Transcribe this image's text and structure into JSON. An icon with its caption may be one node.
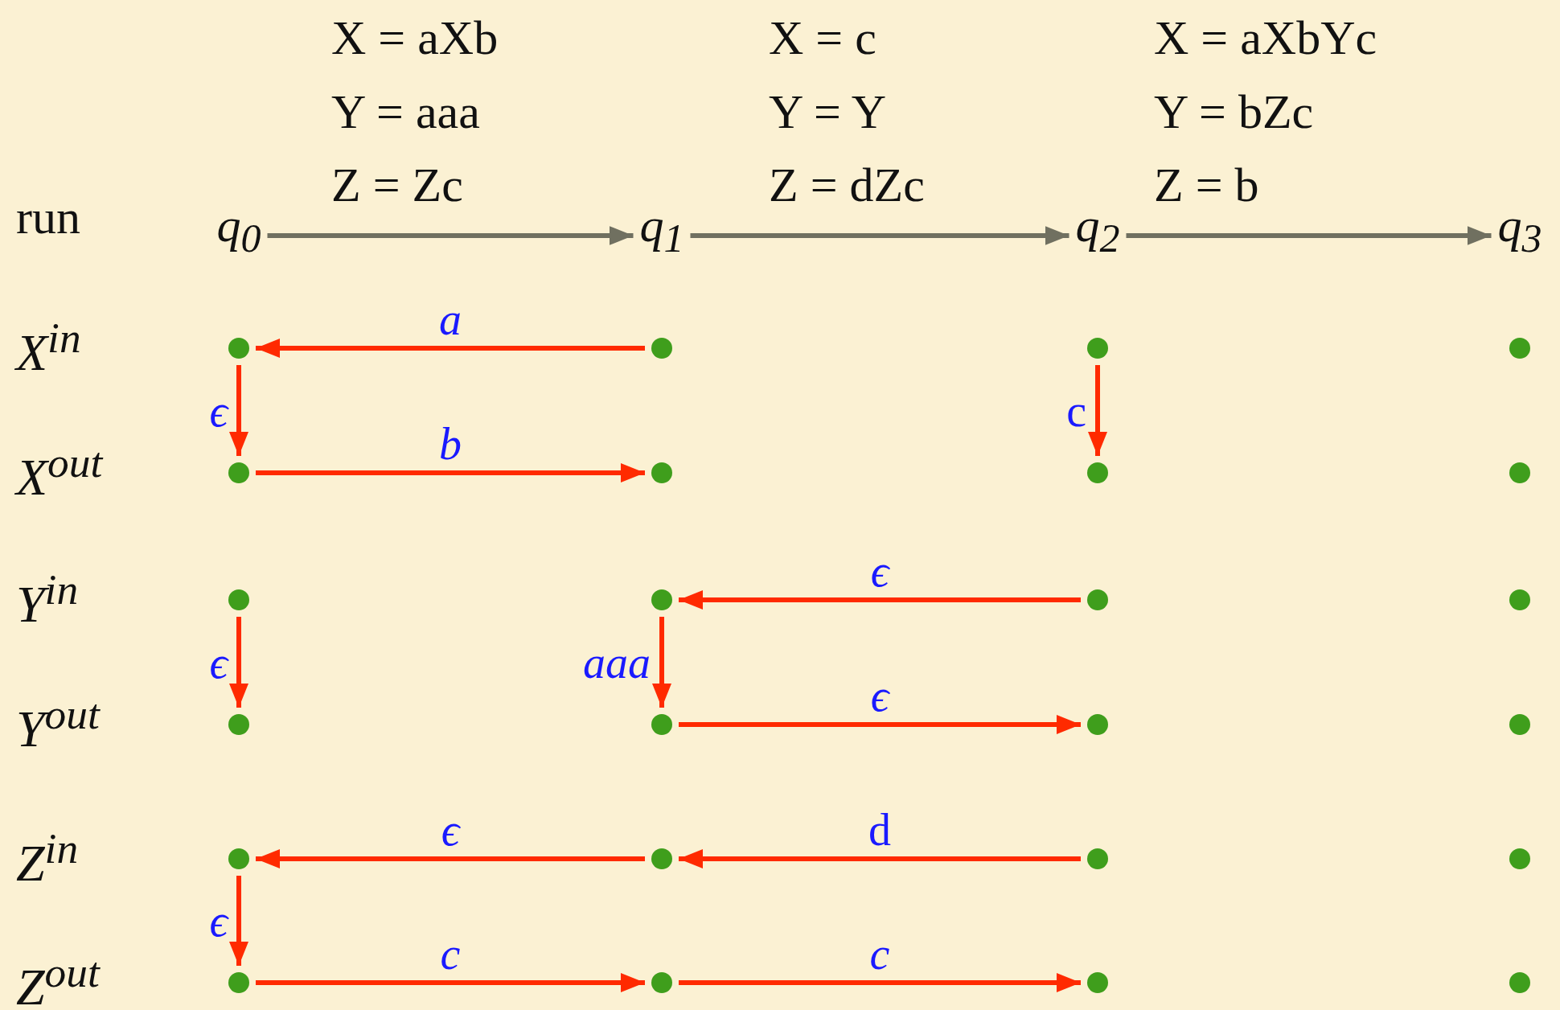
{
  "diagram": {
    "nodes": [
      {
        "text": [
          "q$_{0}$"
        ]
      },
      {
        "text": [
          "q$_{1}$"
        ]
      },
      {
        "text": [
          "q$_{2}$"
        ]
      },
      {
        "text": [
          "q$_{3}$"
        ]
      },
      {
        "text": [],
        "shape": "circle"
      },
      {
        "text": [],
        "shape": "circle"
      },
      {
        "text": [],
        "shape": "circle"
      },
      {
        "text": [],
        "shape": "circle"
      },
      {
        "text": [],
        "shape": "circle"
      },
      {
        "text": [],
        "shape": "circle"
      },
      {
        "text": [],
        "shape": "circle"
      },
      {
        "text": [],
        "shape": "circle"
      },
      {
        "text": [],
        "shape": "circle"
      },
      {
        "text": [],
        "shape": "circle"
      },
      {
        "text": [],
        "shape": "circle"
      },
      {
        "text": [],
        "shape": "circle"
      },
      {
        "text": [],
        "shape": "circle"
      },
      {
        "text": [],
        "shape": "circle"
      },
      {
        "text": [],
        "shape": "circle"
      },
      {
        "text": [],
        "shape": "circle"
      },
      {
        "text": [],
        "shape": "circle"
      },
      {
        "text": [],
        "shape": "circle"
      },
      {
        "text": [],
        "shape": "circle"
      },
      {
        "text": [],
        "shape": "circle"
      },
      {
        "text": [],
        "shape": "circle"
      },
      {
        "text": [],
        "shape": "circle"
      },
      {
        "text": [],
        "shape": "circle"
      },
      {
        "text": [],
        "shape": "circle"
      }
    ],
    "edges": [
      {
        "from": 0,
        "to": 1,
        "arrow": "to",
        "color": "#707060"
      },
      {
        "from": 1,
        "to": 2,
        "arrow": "to",
        "color": "#707060"
      },
      {
        "from": 2,
        "to": 3,
        "arrow": "to",
        "color": "#707060"
      },
      {
        "from": 5,
        "to": 4,
        "arrow": "to",
        "label": "a"
      },
      {
        "from": 4,
        "to": 8,
        "arrow": "to",
        "label": "ϵ"
      },
      {
        "from": 8,
        "to": 9,
        "arrow": "to",
        "label": "b"
      },
      {
        "from": 6,
        "to": 10,
        "arrow": "to",
        "label": "c"
      },
      {
        "from": 14,
        "to": 13,
        "arrow": "to",
        "label": "ϵ"
      },
      {
        "from": 12,
        "to": 16,
        "arrow": "to",
        "label": "ϵ"
      },
      {
        "from": 13,
        "to": 17,
        "arrow": "to",
        "label": "aaa"
      },
      {
        "from": 17,
        "to": 18,
        "arrow": "to",
        "label": "ϵ"
      },
      {
        "from": 22,
        "to": 21,
        "arrow": "to",
        "label": "d"
      },
      {
        "from": 21,
        "to": 20,
        "arrow": "to",
        "label": "ϵ"
      },
      {
        "from": 20,
        "to": 24,
        "arrow": "to",
        "label": "ϵ"
      },
      {
        "from": 24,
        "to": 25,
        "arrow": "to",
        "label": "c"
      },
      {
        "from": 25,
        "to": 26,
        "arrow": "to",
        "label": "c"
      }
    ],
    "labels": [
      "X = aXb",
      "X = c",
      "X = aXbYc",
      "Y = aaa",
      "Y = Y",
      "Y = bZc",
      "Z = Zc",
      "Z = dZc",
      "Z = b",
      "run",
      "X$^{in}$",
      "X$^{out}$",
      "Y$^{in}$",
      "Y$^{out}$",
      "Z$^{in}$",
      "Z$^{out}$"
    ]
  }
}
